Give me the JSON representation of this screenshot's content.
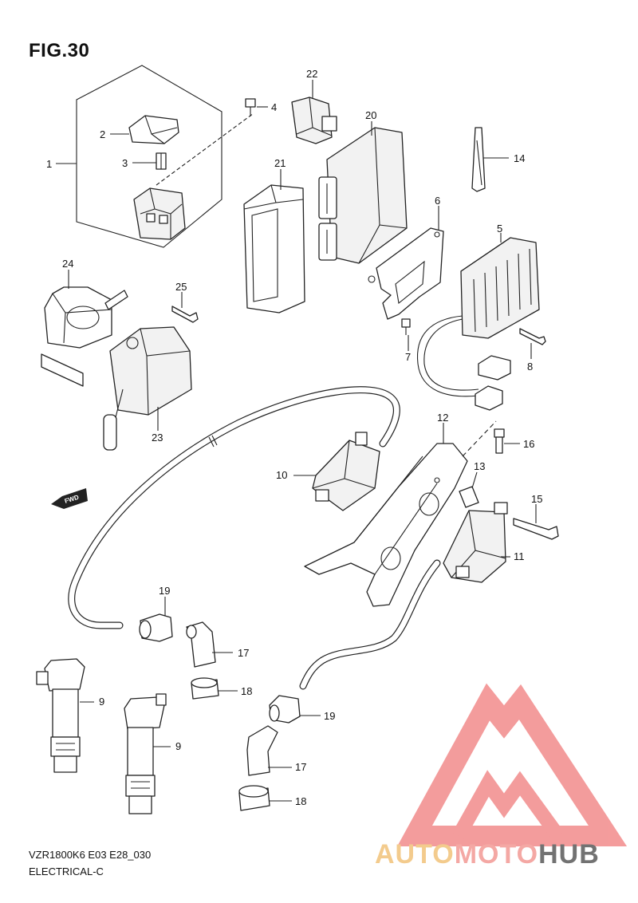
{
  "figure": {
    "title": "FIG.30"
  },
  "footer": {
    "model_code": "VZR1800K6 E03 E28_030",
    "section": "ELECTRICAL-C"
  },
  "forward_marker": {
    "text": "FWD"
  },
  "watermark": {
    "segments": [
      "AUTO",
      "MOTO",
      "HUB"
    ],
    "colors": {
      "auto": "#f2c27a",
      "moto": "#f39a95",
      "hub": "#5a5a5a",
      "triangle": "#f28b8b"
    }
  },
  "callouts": [
    "1",
    "2",
    "3",
    "4",
    "5",
    "6",
    "7",
    "8",
    "9",
    "9",
    "10",
    "11",
    "12",
    "13",
    "14",
    "15",
    "16",
    "17",
    "17",
    "18",
    "18",
    "19",
    "19",
    "20",
    "21",
    "22",
    "23",
    "24",
    "25"
  ]
}
